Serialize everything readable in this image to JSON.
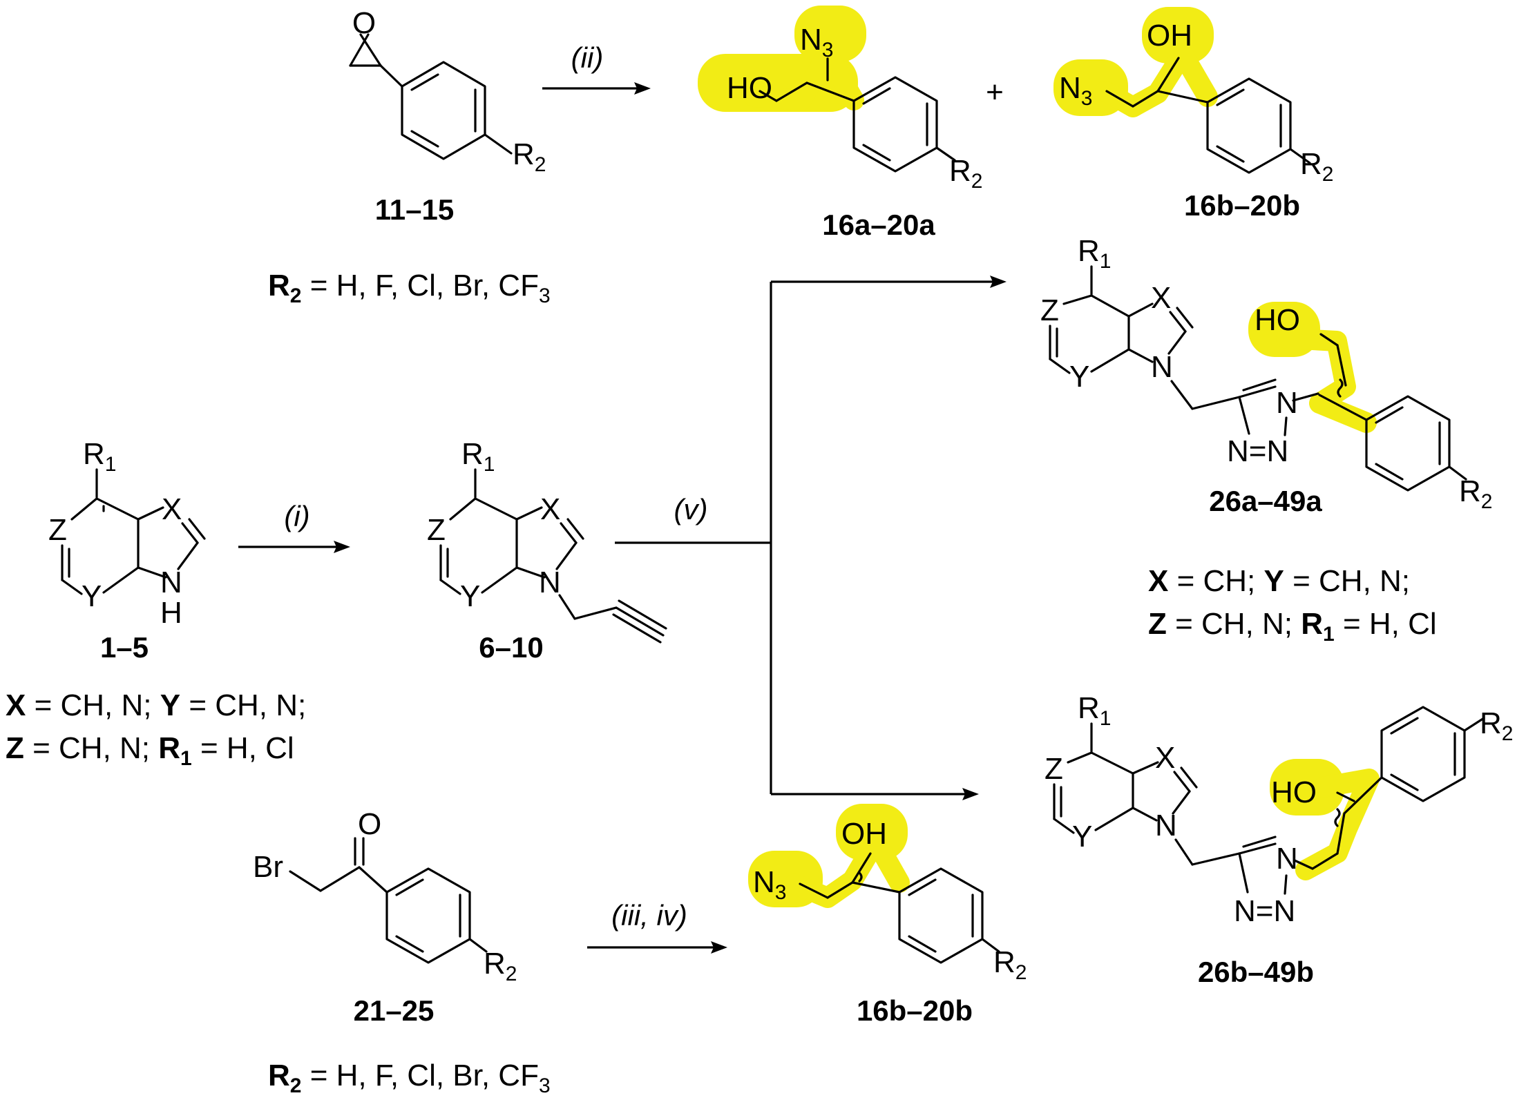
{
  "compounds": {
    "epoxides": "11–15",
    "azido_a_top": "16a–20a",
    "azido_b_top": "16b–20b",
    "heterocycles": "1–5",
    "propargyl": "6–10",
    "triazole_a": "26a–49a",
    "bromoketones": "21–25",
    "azido_b_bottom": "16b–20b",
    "triazole_b": "26b–49b"
  },
  "conditions": {
    "i": "(i)",
    "ii": "(ii)",
    "iii_iv": "(iii, iv)",
    "v": "(v)"
  },
  "plus": "+",
  "atoms": {
    "O": "O",
    "H": "H",
    "HO": "HO",
    "OH": "OH",
    "N": "N",
    "N3": "N",
    "three": "3",
    "R": "R",
    "one": "1",
    "two": "2",
    "X": "X",
    "Y": "Y",
    "Z": "Z",
    "Br": "Br",
    "NN": "N=N"
  },
  "definitions": {
    "r2_top": {
      "bold": "R",
      "sub": "2",
      "rest": " = H, F, Cl, Br, CF",
      "sub2": "3"
    },
    "r2_bottom": {
      "bold": "R",
      "sub": "2",
      "rest": " = H, F, Cl, Br, CF",
      "sub2": "3"
    },
    "xyz_left_1": {
      "x": "X",
      "xrest": " = CH, N; ",
      "y": "Y",
      "yrest": " = CH, N;"
    },
    "xyz_left_2": {
      "z": "Z",
      "zrest": " = CH, N; ",
      "r": "R",
      "rsub": "1",
      "rrest": " = H, Cl"
    },
    "xyz_right_1": {
      "x": "X",
      "xrest": " = CH; ",
      "y": "Y",
      "yrest": " = CH, N;"
    },
    "xyz_right_2": {
      "z": "Z",
      "zrest": " = CH, N; ",
      "r": "R",
      "rsub": "1",
      "rrest": " = H, Cl"
    }
  },
  "colors": {
    "highlight": "#f2ec15",
    "ink": "#000000"
  }
}
